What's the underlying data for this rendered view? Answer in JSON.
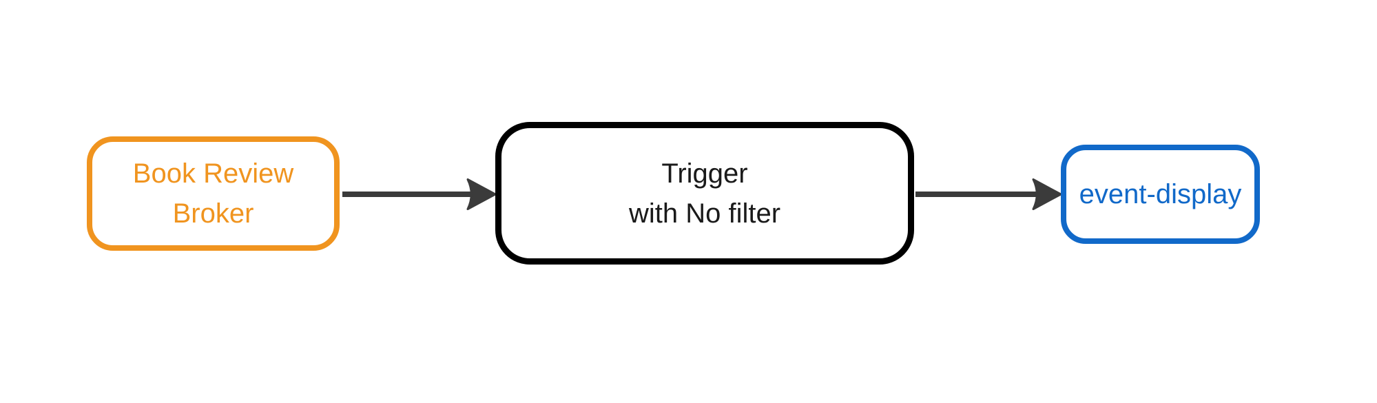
{
  "diagram": {
    "background_color": "#FFFFFF",
    "nodes": [
      {
        "id": "book-review-broker",
        "label_lines": [
          "Book Review",
          "Broker"
        ],
        "border_color": "#F0941F",
        "text_color": "#F0941F"
      },
      {
        "id": "trigger",
        "label_lines": [
          "Trigger",
          "with No filter"
        ],
        "border_color": "#000000",
        "text_color": "#1A1A1A"
      },
      {
        "id": "event-display",
        "label_lines": [
          "event-display",
          ""
        ],
        "border_color": "#1169C9",
        "text_color": "#1169C9"
      }
    ],
    "edges": [
      {
        "from": "book-review-broker",
        "to": "trigger",
        "color": "#3B3B3B"
      },
      {
        "from": "trigger",
        "to": "event-display",
        "color": "#3B3B3B"
      }
    ]
  }
}
